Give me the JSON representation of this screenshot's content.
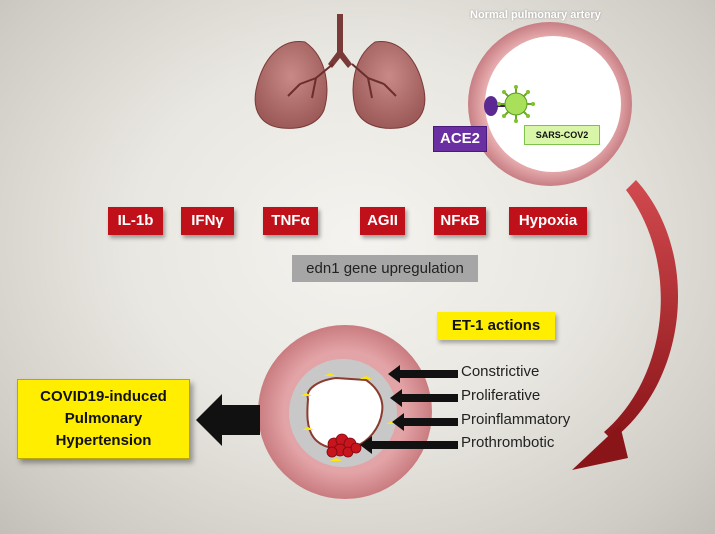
{
  "normal_artery_label": "Normal pulmonary artery",
  "ace2_label": "ACE2",
  "virus_label": "SARS-COV2",
  "mediators": [
    "IL-1b",
    "IFNγ",
    "TNFα",
    "AGII",
    "NFκB",
    "Hypoxia"
  ],
  "gene_label": "edn1 gene upregulation",
  "et1_label": "ET-1 actions",
  "et1_actions": [
    "Constrictive",
    "Proliferative",
    "Proinflammatory",
    "Prothrombotic"
  ],
  "outcome_label": "COVID19-induced Pulmonary Hypertension",
  "colors": {
    "mediator_red": "#c0111b",
    "ace2_purple": "#6a2fa0",
    "virus_green": "#a8e05a",
    "highlight_yellow": "#ffee00",
    "vessel_pink": "#d9959a",
    "curve_arrow_red": "#9e1c22"
  }
}
